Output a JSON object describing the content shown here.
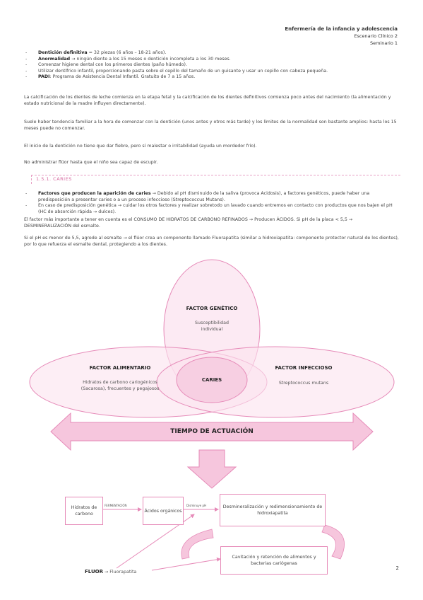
{
  "header": {
    "title": "Enfermería de la infancia y adolescencia",
    "line2": "Escenario Clínico 2",
    "line3": "Seminario 1"
  },
  "bullets1": [
    {
      "bold": "Dentición definitiva",
      "text": " = 32 piezas (6 años – 18-21 años)."
    },
    {
      "bold": "Anormalidad",
      "text": " → ningún diente a los 15 meses o dentición incompleta a los 30 meses."
    },
    {
      "bold": "",
      "text": "Comenzar higiene dental con los primeros dientes (paño húmedo)."
    },
    {
      "bold": "",
      "text": "Utilizar dentífrico infantil, proporcionando pasta sobre el cepillo del tamaño de un guisante y usar un cepillo con cabeza pequeña."
    },
    {
      "bold": "PADI",
      "text": ": Programa de Asistencia Dental Infantil. Gratuito de 7 a 15 años."
    }
  ],
  "paragraphs1": [
    "La calcificación de los dientes de leche comienza en la etapa fetal y la calcificación de los dientes definitivos comienza poco antes del nacimiento (la alimentación y estado nutricional de la madre influyen directamente).",
    "Suele haber tendencia familiar a la hora de comenzar con la dentición (unos antes y otros más tarde) y los límites de la normalidad son bastante amplios: hasta los 15 meses puede no comenzar.",
    "El inicio de la dentición no tiene que dar fiebre, pero sí malestar o irritabilidad (ayuda un mordedor frío).",
    "No administrar flúor hasta que el niño sea capaz de escupir."
  ],
  "section_title": "1.5.1. CARIES",
  "bullets2": [
    {
      "bold": "Factores que producen la aparición de caries",
      "text": " → Debido al pH disminuido de la saliva (provoca Acidosis), a factores genéticos, puede haber una predisposición a presentar caries o a un proceso infeccioso (Streptococcus Mutans)."
    },
    {
      "bold": "",
      "text": "En caso de predisposición genética → cuidar los otros factores y realizar sobretodo un lavado cuando entremos en contacto con productos que nos bajen el pH (HC de absorción rápida → dulces)."
    }
  ],
  "paragraphs2": [
    "El factor más importante a tener en cuenta es el CONSUMO DE HIDRATOS DE CARBONO REFINADOS → Producen ÁCIDOS. Si pH de la placa < 5,5 → DESMINERALIZACIÓN del esmalte.",
    "Si el pH es menor de 5,5, agrede al esmalte → el flúor crea un componente llamado Fluorapatita (similar a hidroxiapatita: componente protector natural de los dientes), por lo que refuerza el esmalte dental, protegiendo a los dientes."
  ],
  "venn": {
    "genetic_title": "FACTOR GENÉTICO",
    "genetic_sub": "Susceptibilidad individual",
    "diet_title": "FACTOR ALIMENTARIO",
    "diet_sub": "Hidratos de carbono cariogénicos (Sacarosa), frecuentes y pegajosos",
    "infect_title": "FACTOR INFECCIOSO",
    "infect_sub": "Streptococcus mutans",
    "center": "CARIES"
  },
  "time_arrow": "TIEMPO DE ACTUACIÓN",
  "flow": {
    "box1": "Hidratos de carbono",
    "box2": "Ácidos orgánicos",
    "box3": "Desmineralización y redimensionamiento de hidroxiapatita",
    "box4": "Cavitación y retención de alimentos y bacterias cariógenas",
    "label_ferment": "FERMENTACIÓN",
    "label_ph": "Disminuye pH",
    "fluor_bold": "FLUOR",
    "fluor_text": " → Fluorapatita"
  },
  "page_number": "2",
  "colors": {
    "accent": "#e68ab8",
    "fill": "#fbe3ef",
    "arrow": "#f6c6dd"
  }
}
